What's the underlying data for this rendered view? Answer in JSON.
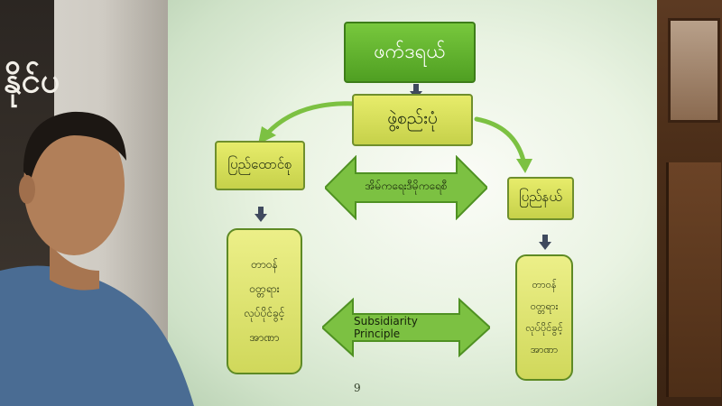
{
  "banner": {
    "text": "နိုင်ပ"
  },
  "slide": {
    "top_box": "ဖက်ဒရယ်",
    "center_box": "ဖွဲ့စည်းပုံ",
    "left_box": "ပြည်ထောင်စု",
    "right_box": "ပြည်နယ်",
    "middle_arrow_label": "အိမ်ကရေးဒီမိုကရေစီ",
    "bottom_arrow_label": "Subsidiarity Principle",
    "left_tall_lines": [
      "တာဝန်",
      "ဝတ္တရား",
      "လုပ်ပိုင်ခွင့်",
      "အာဏာ"
    ],
    "right_tall_lines": [
      "တာဝန်",
      "ဝတ္တရား",
      "လုပ်ပိုင်ခွင့်",
      "အာဏာ"
    ],
    "page_number": "9"
  },
  "colors": {
    "box_green": "#5fae2c",
    "box_yellow": "#d8de5a",
    "arrow_green": "#7cc142",
    "arrow_dark": "#3f4a5e"
  }
}
